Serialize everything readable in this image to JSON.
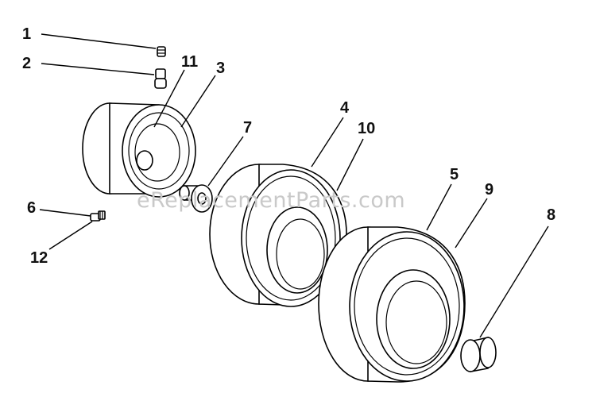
{
  "watermark": "eReplacementParts.com",
  "callouts": [
    "1",
    "2",
    "3",
    "4",
    "5",
    "6",
    "7",
    "8",
    "9",
    "10",
    "11",
    "12"
  ]
}
